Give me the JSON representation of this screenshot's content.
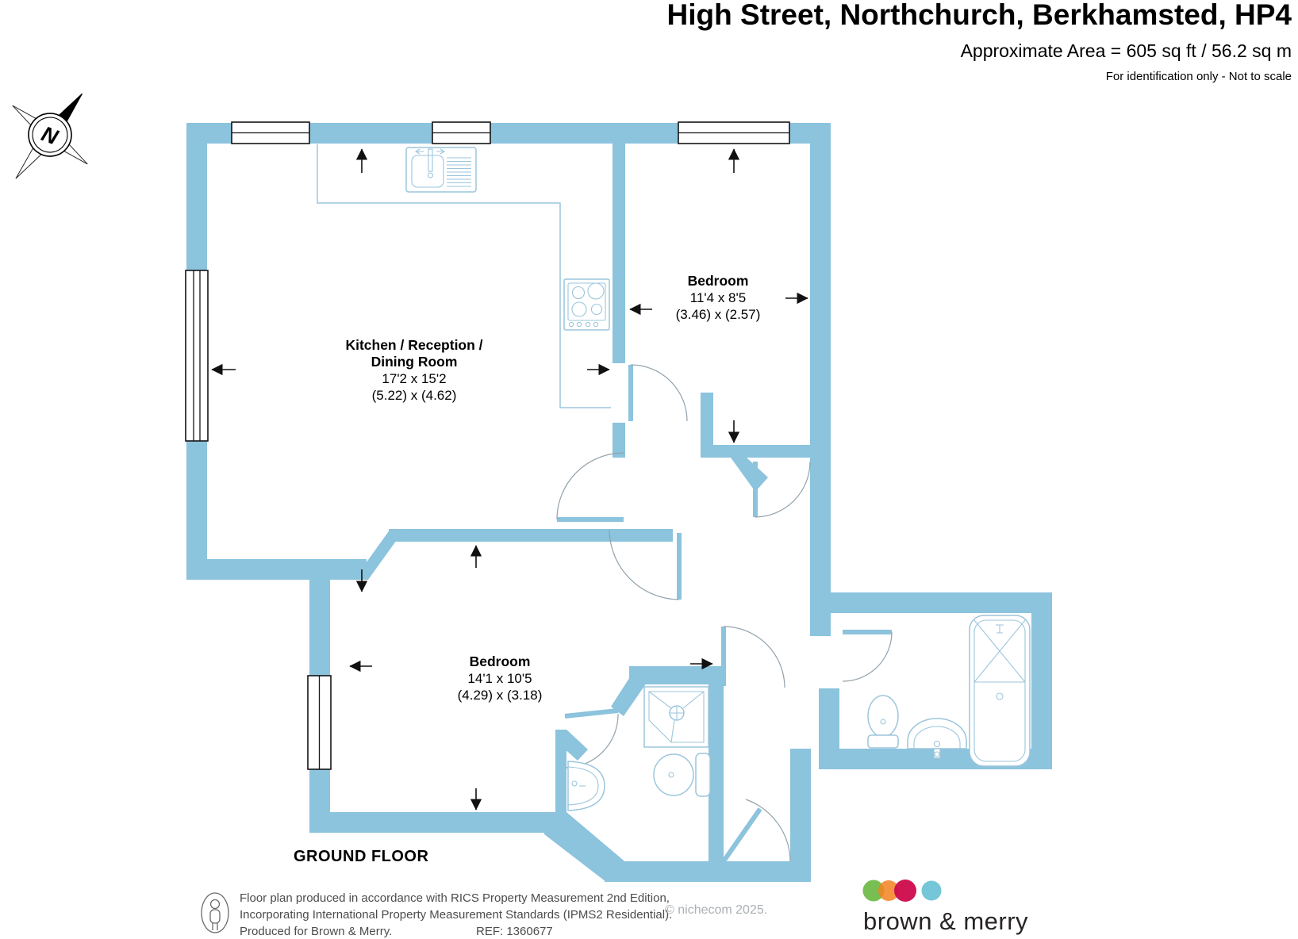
{
  "header": {
    "title": "High Street, Northchurch, Berkhamsted, HP4",
    "area": "Approximate Area = 605 sq ft / 56.2 sq m",
    "note": "For identification only - Not to scale"
  },
  "compass": {
    "north_label": "N"
  },
  "rooms": {
    "kitchen": {
      "name_line1": "Kitchen / Reception /",
      "name_line2": "Dining Room",
      "dims_imperial": "17'2 x 15'2",
      "dims_metric": "(5.22) x (4.62)"
    },
    "bedroom1": {
      "name": "Bedroom",
      "dims_imperial": "11'4 x 8'5",
      "dims_metric": "(3.46) x (2.57)"
    },
    "bedroom2": {
      "name": "Bedroom",
      "dims_imperial": "14'1 x 10'5",
      "dims_metric": "(4.29) x (3.18)"
    }
  },
  "floor_label": "GROUND FLOOR",
  "footer": {
    "line1": "Floor plan produced in accordance with RICS Property Measurement 2nd Edition,",
    "line2": "Incorporating International Property Measurement Standards (IPMS2 Residential).",
    "line3a": "Produced for Brown & Merry.",
    "line3b": "REF: 1360677",
    "watermark": "© nichecom 2025."
  },
  "logo": {
    "brand": "brown & merry",
    "dot_colors": [
      "#6eb944",
      "#f58220",
      "#cf0a4d",
      "#74c6d8"
    ]
  },
  "palette": {
    "wall": "#8cc3dd",
    "fixture_line": "#9cc6dc"
  }
}
